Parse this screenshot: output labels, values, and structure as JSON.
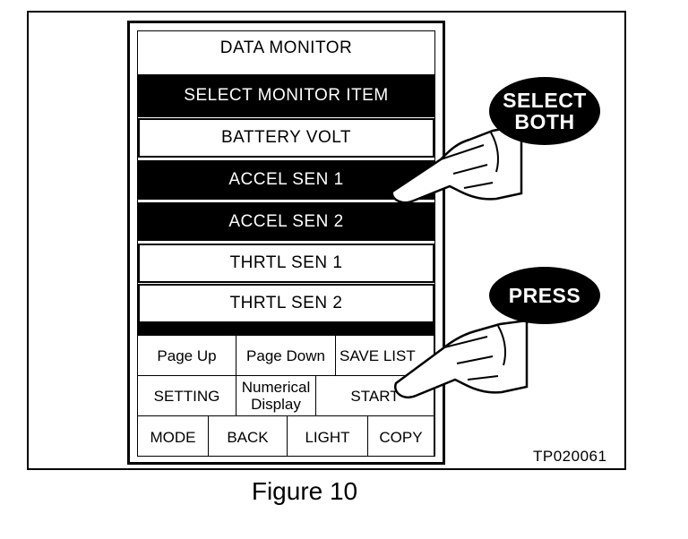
{
  "screen": {
    "title": "DATA MONITOR",
    "header": "SELECT MONITOR ITEM",
    "items": [
      {
        "label": "BATTERY VOLT",
        "selected": false
      },
      {
        "label": "ACCEL SEN 1",
        "selected": true
      },
      {
        "label": "ACCEL SEN 2",
        "selected": true
      },
      {
        "label": "THRTL SEN 1",
        "selected": false
      },
      {
        "label": "THRTL SEN 2",
        "selected": false
      }
    ],
    "buttons": {
      "page_up": "Page Up",
      "page_down": "Page Down",
      "save_list": "SAVE LIST",
      "setting": "SETTING",
      "numerical_display_line1": "Numerical",
      "numerical_display_line2": "Display",
      "start": "START",
      "mode": "MODE",
      "back": "BACK",
      "light": "LIGHT",
      "copy": "COPY"
    }
  },
  "callouts": {
    "select_line1": "SELECT",
    "select_line2": "BOTH",
    "press": "PRESS"
  },
  "figure_code": "TP020061",
  "caption": "Figure 10",
  "colors": {
    "ink": "#000000",
    "paper": "#ffffff"
  }
}
